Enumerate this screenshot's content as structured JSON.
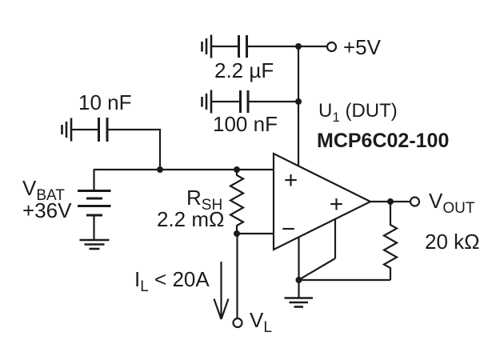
{
  "colors": {
    "line": "#1b1b1b",
    "text": "#1b1b1b",
    "background": "#ffffff"
  },
  "supply": {
    "terminal_label": "+5V",
    "bypass_caps": [
      {
        "value": "2.2 µF"
      },
      {
        "value": "100 nF"
      }
    ]
  },
  "dut": {
    "designator": "U",
    "designator_sub": "1",
    "designator_suffix": " (DUT)",
    "part_number": "MCP6C02-100"
  },
  "filter_cap": {
    "value": "10 nF"
  },
  "battery": {
    "name": "V",
    "name_sub": "BAT",
    "voltage": "+36V"
  },
  "shunt": {
    "name": "R",
    "name_sub": "SH",
    "value": "2.2 mΩ"
  },
  "load": {
    "current_prefix": "I",
    "current_sub": "L",
    "current_suffix": " < 20A",
    "terminal": "V",
    "terminal_sub": "L"
  },
  "output": {
    "terminal": "V",
    "terminal_sub": "OUT",
    "resistor_value": "20 kΩ"
  },
  "opamp": {
    "noninverting_label": "+",
    "inverting_label": "−",
    "reference_label": "+"
  }
}
